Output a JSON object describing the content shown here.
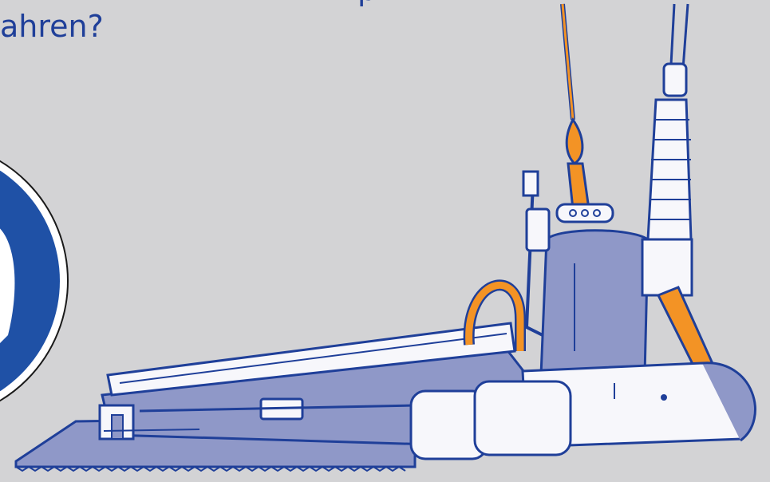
{
  "headline": {
    "line1": "p",
    "line2": "ahren?"
  },
  "colors": {
    "background": "#d3d3d5",
    "outline_blue": "#1f3f99",
    "sign_blue": "#1f51a6",
    "body_lavender": "#8f98c8",
    "accent_orange": "#f39325",
    "padding_white": "#f7f7fb"
  },
  "icons": [
    "mandatory-sign-icon",
    "hydraulic-saw-illustration"
  ]
}
